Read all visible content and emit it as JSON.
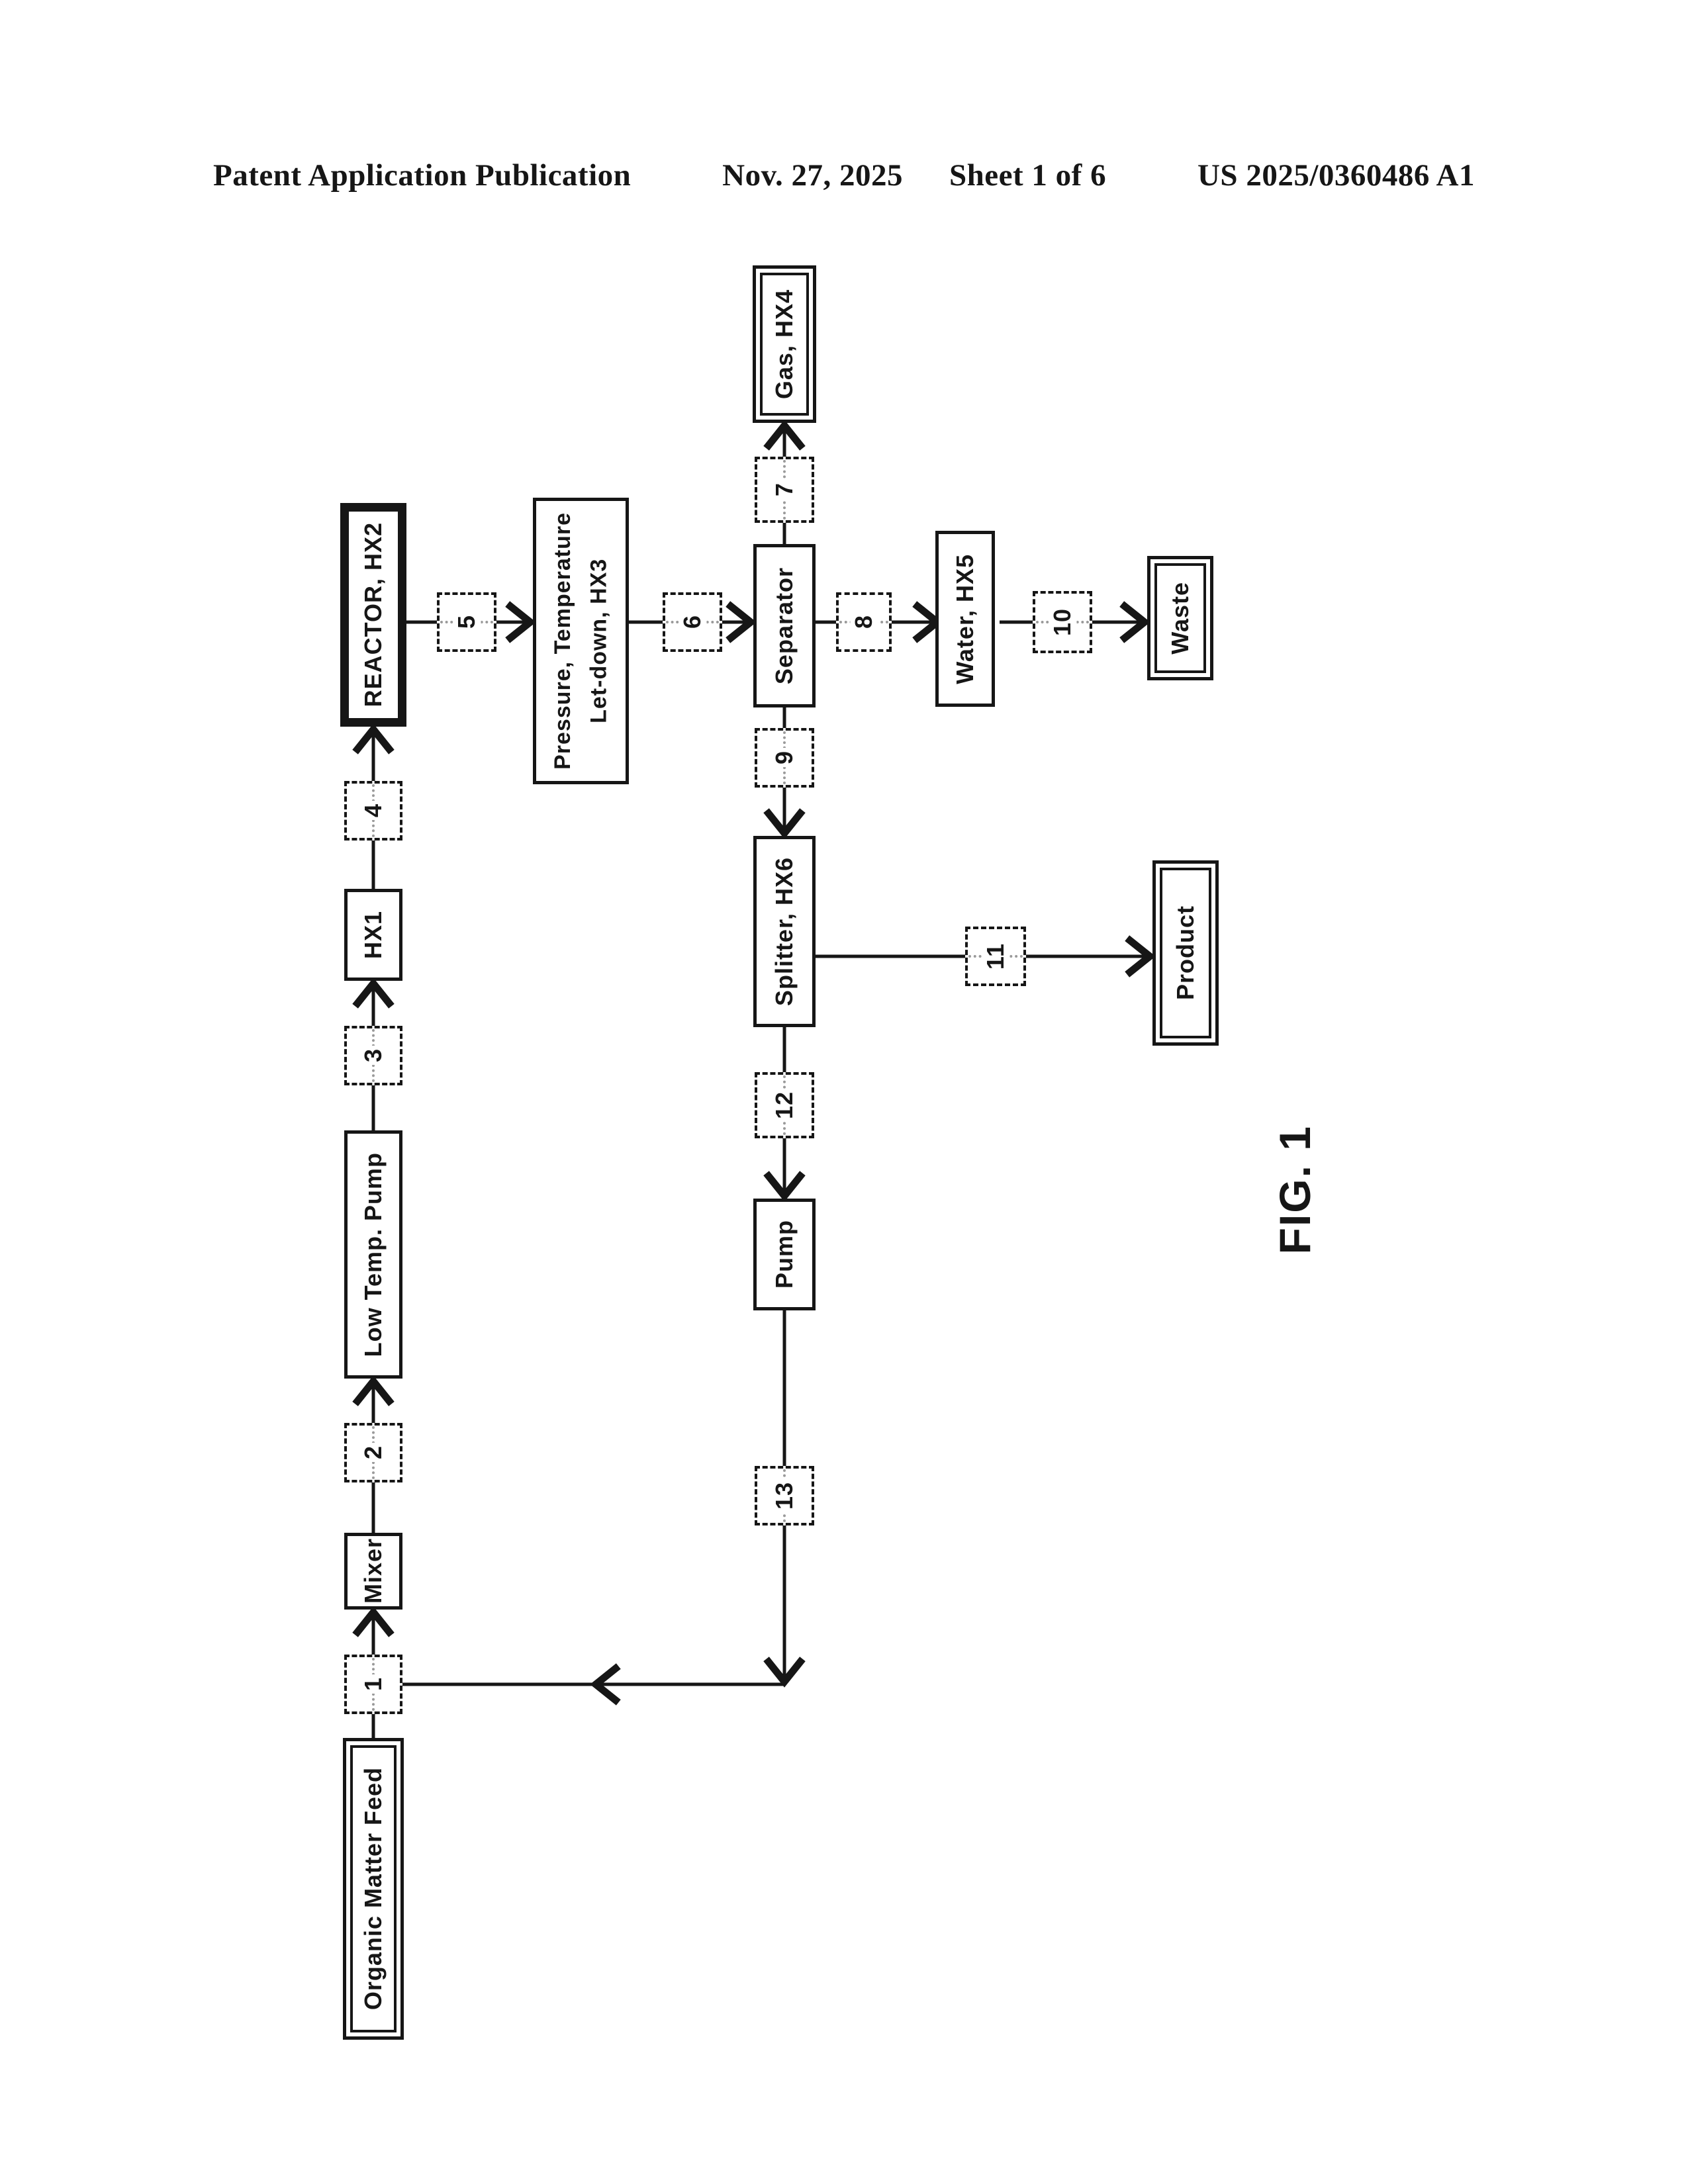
{
  "header": {
    "publication": "Patent Application Publication",
    "date": "Nov. 27, 2025",
    "sheet": "Sheet 1 of 6",
    "document_id": "US 2025/0360486 A1"
  },
  "figure_label": "FIG. 1",
  "diagram": {
    "nodes": {
      "organic_matter_feed": "Organic Matter Feed",
      "mixer": "Mixer",
      "low_temp_pump": "Low Temp. Pump",
      "hx1": "HX1",
      "reactor": "REACTOR, HX2",
      "hx3_line1": "Pressure, Temperature",
      "hx3_line2": "Let-down, HX3",
      "separator": "Separator",
      "gas": "Gas, HX4",
      "water": "Water, HX5",
      "waste": "Waste",
      "splitter": "Splitter, HX6",
      "product": "Product",
      "pump": "Pump"
    },
    "streams": {
      "s1": "1",
      "s2": "2",
      "s3": "3",
      "s4": "4",
      "s5": "5",
      "s6": "6",
      "s7": "7",
      "s8": "8",
      "s9": "9",
      "s10": "10",
      "s11": "11",
      "s12": "12",
      "s13": "13"
    }
  }
}
